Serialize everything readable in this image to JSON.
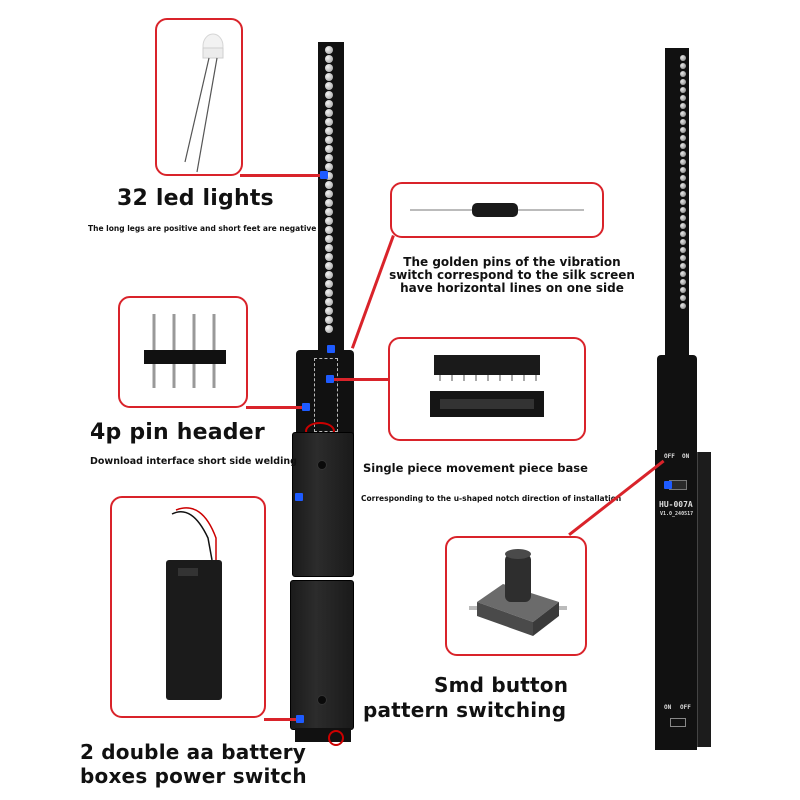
{
  "callouts": {
    "led": {
      "title": "32 led lights",
      "subtitle": "The long legs are positive and short feet are negative"
    },
    "vibration_switch": {
      "description": "The golden pins of the vibration switch correspond to the silk screen have horizontal lines on one side",
      "lines": [
        "The golden pins of the vibration",
        "switch correspond to the silk screen",
        "have horizontal lines on one side"
      ]
    },
    "pin_header": {
      "title": "4p pin header",
      "subtitle": "Download interface short side welding"
    },
    "chip_base": {
      "title": "Single piece movement piece base",
      "subtitle": "Corresponding to the u-shaped notch direction of installation"
    },
    "battery": {
      "title_lines": [
        "2 double aa battery",
        "boxes power switch"
      ]
    },
    "smd_button": {
      "title_lines": [
        "Smd button",
        "pattern switching"
      ]
    }
  },
  "board_silkscreen": {
    "model": "HU-007A",
    "version": "V1.0_240517",
    "switch_top_off": "OFF",
    "switch_top_on": "ON",
    "switch_bottom_on": "ON",
    "switch_bottom_off": "OFF"
  },
  "colors": {
    "callout_border": "#d9232a",
    "anchor_dot": "#1e5bff",
    "pcb": "#111111"
  }
}
